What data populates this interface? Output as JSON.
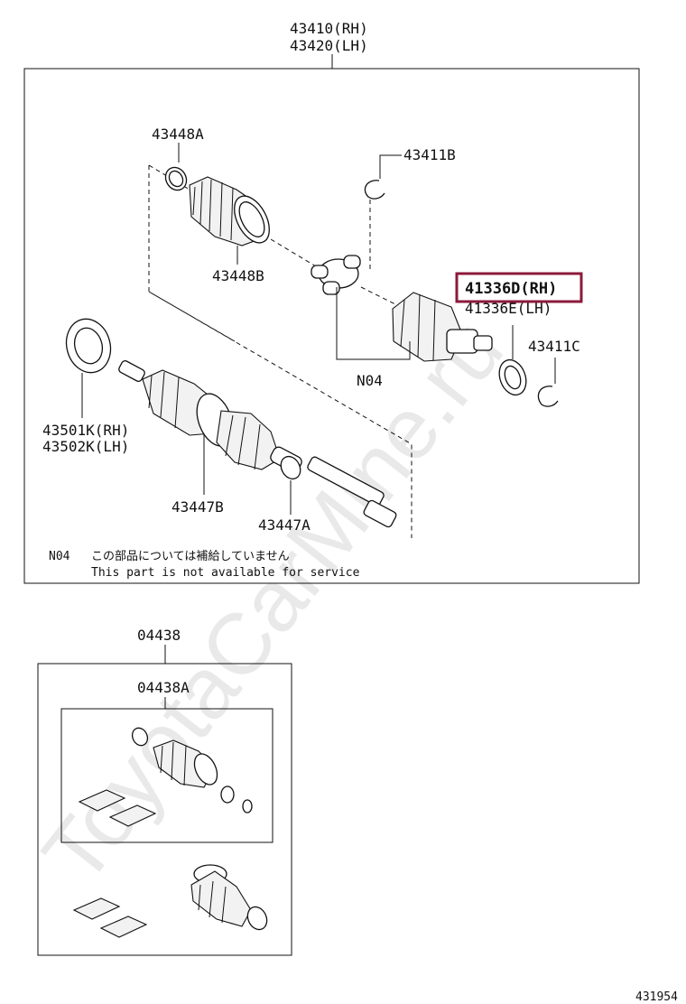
{
  "watermark": "ToyotaCarMine.ru",
  "callouts": {
    "assembly_rh": "43410(RH)",
    "assembly_lh": "43420(LH)",
    "boot_clamp_a": "43448A",
    "boot_outer_b": "43448B",
    "snap_ring_b": "43411B",
    "joint_rh": "41336D(RH)",
    "joint_lh": "41336E(LH)",
    "snap_ring_c": "43411C",
    "not_serviced": "N04",
    "dust_seal_rh": "43501K(RH)",
    "dust_seal_lh": "43502K(LH)",
    "boot_inner_b": "43447B",
    "boot_clamp_inner_a": "43447A",
    "kit": "04438",
    "kit_sub": "04438A"
  },
  "highlight": {
    "part": "41336D(RH)",
    "color": "#8b1a3a"
  },
  "footnote": {
    "code": "N04",
    "japanese": "この部品については補給していません",
    "english": "This part is not available for service"
  },
  "figure_number": "431954"
}
